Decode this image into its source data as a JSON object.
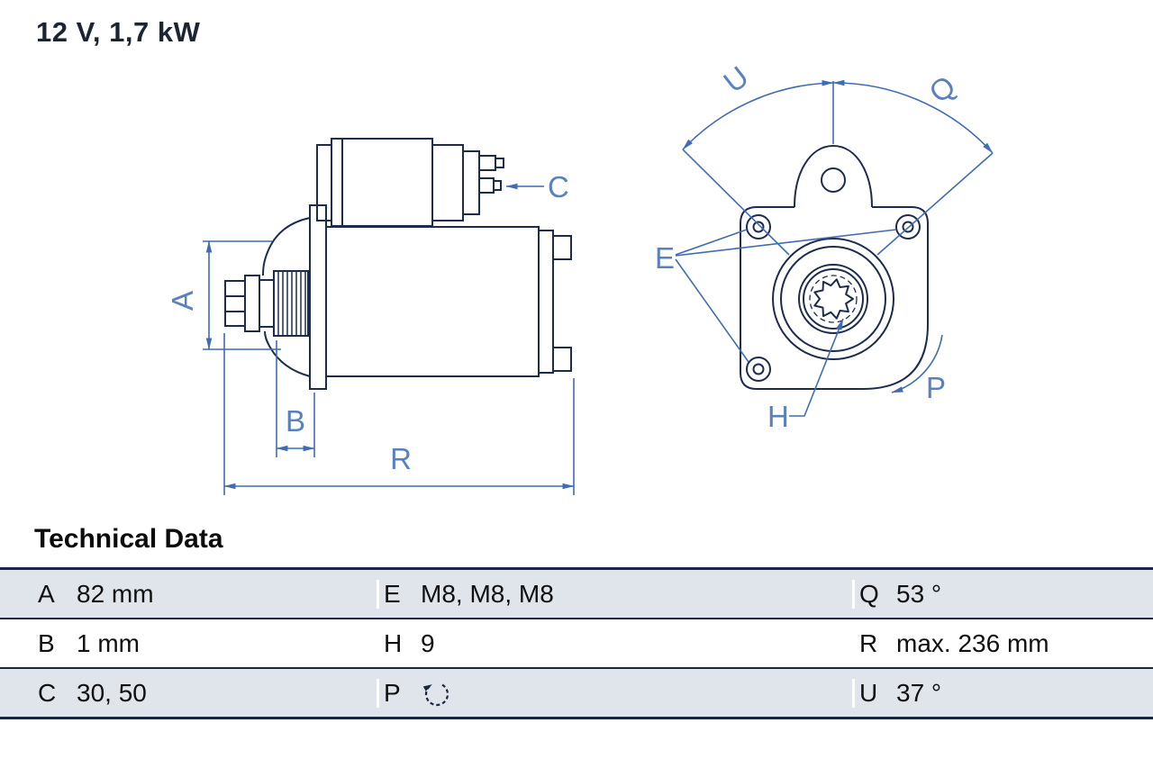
{
  "title": "12 V, 1,7 kW",
  "colors": {
    "part_line": "#1d2b4d",
    "dimension_line": "#3f6cb2",
    "label_text": "#5a80c0",
    "table_shade": "#e0e4eb",
    "table_rule": "#1a2742"
  },
  "diagram": {
    "description": "starter motor technical drawing, side view and drive-end view",
    "labels": {
      "A": "A",
      "B": "B",
      "C": "C",
      "R": "R",
      "U": "U",
      "Q": "Q",
      "E": "E",
      "H": "H",
      "P": "P"
    }
  },
  "technical_data": {
    "heading": "Technical Data",
    "rows": [
      {
        "cells": [
          {
            "key": "A",
            "value": "82 mm"
          },
          {
            "key": "E",
            "value": "M8, M8, M8"
          },
          {
            "key": "Q",
            "value": "53 °"
          }
        ]
      },
      {
        "cells": [
          {
            "key": "B",
            "value": "1 mm"
          },
          {
            "key": "H",
            "value": "9"
          },
          {
            "key": "R",
            "value": "max. 236 mm"
          }
        ]
      },
      {
        "cells": [
          {
            "key": "C",
            "value": "30, 50"
          },
          {
            "key": "P",
            "value_icon": "rotation-direction"
          },
          {
            "key": "U",
            "value": "37 °"
          }
        ]
      }
    ]
  }
}
